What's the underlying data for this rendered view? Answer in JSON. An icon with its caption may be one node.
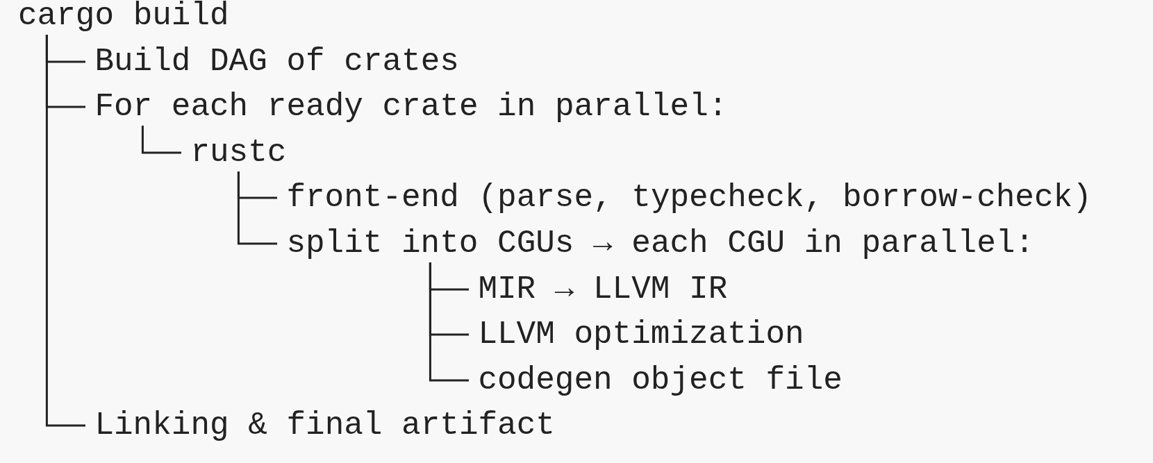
{
  "diagram": {
    "nodes": [
      {
        "text": [
          "cargo build"
        ]
      },
      {
        "text": [
          "Build DAG of crates"
        ]
      },
      {
        "text": [
          "For each ready crate in parallel:"
        ]
      },
      {
        "text": [
          "rustc"
        ]
      },
      {
        "text": [
          "front-end (parse, typecheck, borrow-check)"
        ]
      },
      {
        "text": [
          "split into CGUs → each CGU in parallel:"
        ]
      },
      {
        "text": [
          "MIR → LLVM IR"
        ]
      },
      {
        "text": [
          "LLVM optimization"
        ]
      },
      {
        "text": [
          "codegen object file"
        ]
      },
      {
        "text": [
          "Linking & final artifact"
        ]
      }
    ],
    "edges": [
      {
        "from": 0,
        "to": 1,
        "arrow": "none"
      },
      {
        "from": 0,
        "to": 2,
        "arrow": "none"
      },
      {
        "from": 0,
        "to": 9,
        "arrow": "none"
      },
      {
        "from": 2,
        "to": 3,
        "arrow": "none"
      },
      {
        "from": 3,
        "to": 4,
        "arrow": "none"
      },
      {
        "from": 3,
        "to": 5,
        "arrow": "none"
      },
      {
        "from": 5,
        "to": 6,
        "arrow": "none"
      },
      {
        "from": 5,
        "to": 7,
        "arrow": "none"
      },
      {
        "from": 5,
        "to": 8,
        "arrow": "none"
      }
    ]
  }
}
